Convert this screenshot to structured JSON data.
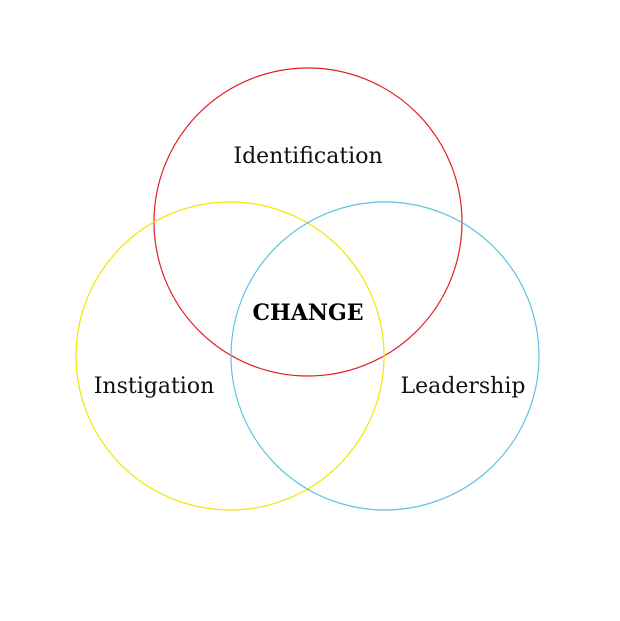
{
  "diagram": {
    "circles": [
      {
        "id": "identification",
        "label": "Identification",
        "color": "#e21f26"
      },
      {
        "id": "instigation",
        "label": "Instigation",
        "color": "#f2e600"
      },
      {
        "id": "leadership",
        "label": "Leadership",
        "color": "#5fc3db"
      }
    ],
    "center_label": "CHANGE"
  }
}
